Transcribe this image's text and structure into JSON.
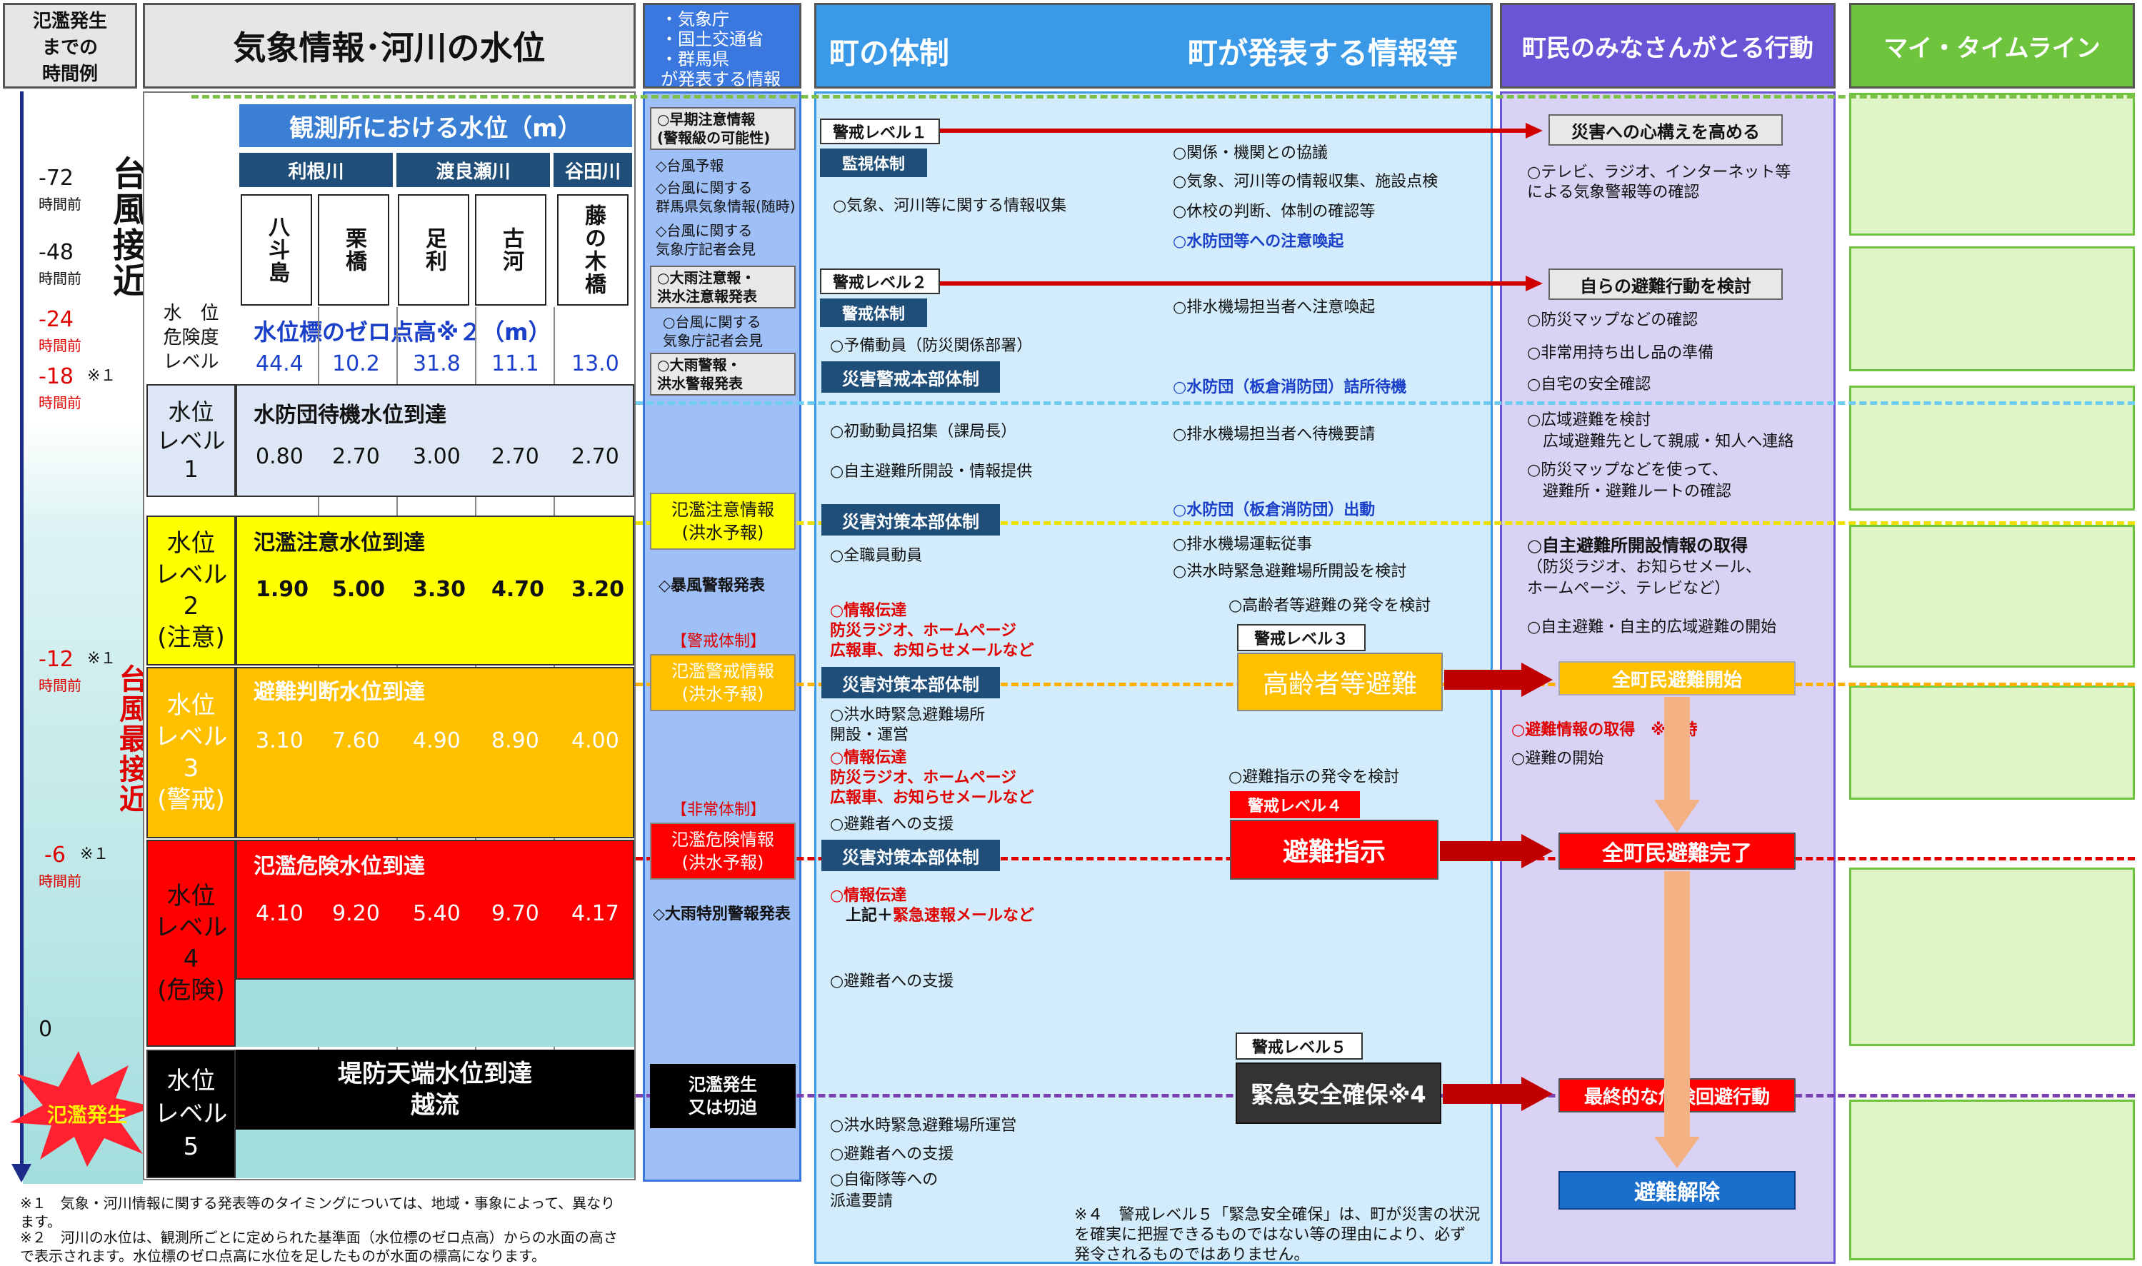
{
  "header": {
    "time_col": "氾濫発生\nまでの\n時間例",
    "weather": "気象情報･河川の水位",
    "agencies": "・気象庁\n・国土交通省\n・群馬県\nが発表する情報",
    "town_sys": "町の体制",
    "town_info": "町が発表する情報等",
    "residents": "町民のみなさんがとる行動",
    "my_timeline": "マイ・タイムライン"
  },
  "times": {
    "t72": "-72",
    "t48": "-48",
    "t24": "-24",
    "t18": "-18",
    "t12": "-12",
    "t6": "-6",
    "t0": "0",
    "unit": "時間前",
    "note1": "※１",
    "typhoon_approach": "台風接近",
    "typhoon_closest": "台風最接近",
    "flood_burst": "氾濫発生"
  },
  "water": {
    "banner": "観測所における水位（m）",
    "rivers": [
      "利根川",
      "渡良瀬川",
      "谷田川"
    ],
    "stations": [
      "八斗島",
      "栗橋",
      "足利",
      "古河",
      "藤の木橋"
    ],
    "risk_label": "水　位\n危険度\nレベル",
    "zero_label": "水位標のゼロ点高",
    "zero_note": "※２（m）",
    "zero_vals": [
      "44.4",
      "10.2",
      "31.8",
      "11.1",
      "13.0"
    ],
    "levels": [
      {
        "label": "水位\nレベル\n1",
        "title": "水防団待機水位到達",
        "vals": [
          "0.80",
          "2.70",
          "3.00",
          "2.70",
          "2.70"
        ]
      },
      {
        "label": "水位\nレベル\n2\n(注意)",
        "title": "氾濫注意水位到達",
        "vals": [
          "1.90",
          "5.00",
          "3.30",
          "4.70",
          "3.20"
        ]
      },
      {
        "label": "水位\nレベル\n3\n(警戒)",
        "title": "避難判断水位到達",
        "vals": [
          "3.10",
          "7.60",
          "4.90",
          "8.90",
          "4.00"
        ]
      },
      {
        "label": "水位\nレベル\n4\n(危険)",
        "title": "氾濫危険水位到達",
        "vals": [
          "4.10",
          "9.20",
          "5.40",
          "9.70",
          "4.17"
        ]
      },
      {
        "label": "水位\nレベル\n5",
        "title": "堤防天端水位到達\n越流"
      }
    ]
  },
  "agency": {
    "early": "○早期注意情報\n(警報級の可能性)",
    "a1": "◇台風予報",
    "a2": "◇台風に関する\n群馬県気象情報(随時)",
    "a3": "◇台風に関する\n気象庁記者会見",
    "heavy_adv": "○大雨注意報・\n洪水注意報発表",
    "a4": "○台風に関する\n気象庁記者会見",
    "heavy_warn": "○大雨警報・\n洪水警報発表",
    "flood_caution": "氾濫注意情報\n(洪水予報)",
    "storm_warn": "◇暴風警報発表",
    "alert_sys": "【警戒体制】",
    "flood_alert": "氾濫警戒情報\n(洪水予報)",
    "emerg_sys": "【非常体制】",
    "flood_danger": "氾濫危険情報\n(洪水予報)",
    "special_warn": "◇大雨特別警報発表",
    "flood_occur": "氾濫発生\n又は切迫"
  },
  "town": {
    "lv1": "警戒レベル１",
    "monitor": "監視体制",
    "m1": "○気象、河川等に関する情報収集",
    "i1": "○関係・機関との協議",
    "i2": "○気象、河川等の情報収集、施設点検",
    "i3": "○休校の判断、体制の確認等",
    "i4": "○水防団等への注意喚起",
    "lv2": "警戒レベル２",
    "alert": "警戒体制",
    "m2": "○予備動員（防災関係部署）",
    "i5": "○排水機場担当者へ注意喚起",
    "hq_alert": "災害警戒本部体制",
    "i6": "○水防団（板倉消防団）詰所待機",
    "m3": "○初動動員招集（課局長）",
    "m4": "○自主避難所開設・情報提供",
    "i7": "○排水機場担当者へ待機要請",
    "hq1": "災害対策本部体制",
    "i8": "○水防団（板倉消防団）出動",
    "m5": "○全職員動員",
    "i9": "○排水機場運転従事",
    "i10": "○洪水時緊急避難場所開設を検討",
    "i11": "○高齢者等避難の発令を検討",
    "info1": "○情報伝達\n防災ラジオ、ホームページ\n広報車、お知らせメールなど",
    "lv3": "警戒レベル３",
    "elderly": "高齢者等避難",
    "hq2": "災害対策本部体制",
    "m6": "○洪水時緊急避難場所\n開設・運営",
    "info2": "○情報伝達\n防災ラジオ、ホームページ\n広報車、お知らせメールなど",
    "i12": "○避難指示の発令を検討",
    "m7": "○避難者への支援",
    "lv4": "警戒レベル４",
    "evac": "避難指示",
    "hq3": "災害対策本部体制",
    "info3a": "○情報伝達",
    "info3b": "上記＋",
    "info3c": "緊急速報メールなど",
    "m8": "○避難者への支援",
    "lv5": "警戒レベル５",
    "emergency": "緊急安全確保※4",
    "m9": "○洪水時緊急避難場所運営",
    "m10": "○避難者への支援",
    "m11": "○自衛隊等への\n派遣要請",
    "note4": "※４　警戒レベル５「緊急安全確保」は、町が災害の状況を確実に把握できるものではない等の理由により、必ず発令されるものではありません。"
  },
  "residents": {
    "r1": "災害への心構えを高める",
    "r1a": "○テレビ、ラジオ、インターネット等\nによる気象警報等の確認",
    "r2": "自らの避難行動を検討",
    "r2a": "○防災マップなどの確認",
    "r2b": "○非常用持ち出し品の準備",
    "r2c": "○自宅の安全確認",
    "r3a": "○広域避難を検討\n　広域避難先として親戚・知人へ連絡",
    "r3b": "○防災マップなどを使って、\n　避難所・避難ルートの確認",
    "r4": "○自主避難所開設情報の取得",
    "r4a": "（防災ラジオ、お知らせメール、\nホームページ、テレビなど）",
    "r4b": "○自主避難・自主的広域避難の開始",
    "r5": "全町民避難開始",
    "r5a": "○避難情報の取得　※随時",
    "r5b": "○避難の開始",
    "r6": "全町民避難完了",
    "r7": "最終的な危険回避行動",
    "r8": "避難解除"
  },
  "footnotes": {
    "n1": "※１　気象・河川情報に関する発表等のタイミングについては、地域・事象によって、異なります。",
    "n2": "※２　河川の水位は、観測所ごとに定められた基準面（水位標のゼロ点高）からの水面の高さで表示されます。水位標のゼロ点高に水位を足したものが水面の標高になります。"
  },
  "colors": {
    "navy": "#1f4e79",
    "level2": "#ffff00",
    "level3": "#ffc000",
    "level4": "#ff0000",
    "level5": "#000000",
    "town_bg": "#d2ecfb",
    "res_bg": "#d9d2f4",
    "my_bg": "#dff5c7"
  }
}
